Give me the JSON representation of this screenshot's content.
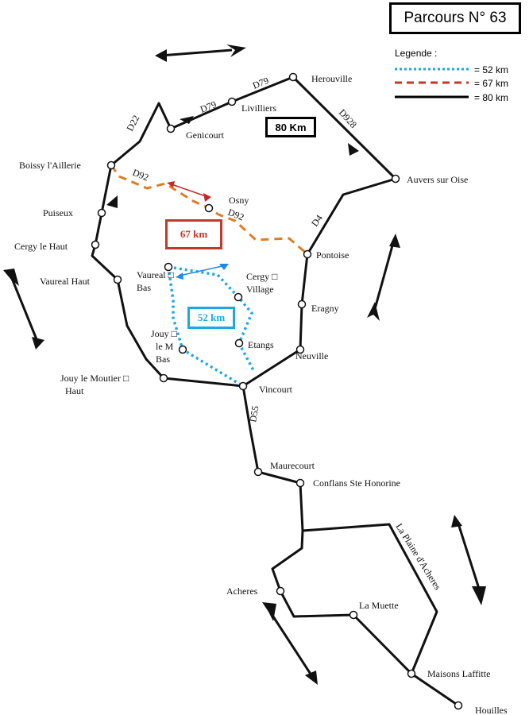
{
  "title": "Parcours N° 63",
  "legend": {
    "title": "Legende :",
    "items": [
      {
        "label": "= 52 km",
        "color": "#1ea8e0",
        "style": "dotted"
      },
      {
        "label": "= 67 km",
        "color": "#c0392b",
        "style": "dashed"
      },
      {
        "label": "= 80 km",
        "color": "#000000",
        "style": "solid"
      }
    ]
  },
  "distance_labels": {
    "d80": {
      "text": "80 Km",
      "color": "#000000"
    },
    "d67": {
      "text": "67 km",
      "color": "#c0392b"
    },
    "d52": {
      "text": "52 km",
      "color": "#1ea8e0"
    }
  },
  "places": {
    "herouville": "Herouville",
    "livilliers": "Livilliers",
    "genicourt": "Genicourt",
    "boissy": "Boissy l'Aillerie",
    "auvers": "Auvers sur Oise",
    "osny": "Osny",
    "puiseux": "Puiseux",
    "cergy_haut": "Cergy le Haut",
    "pontoise": "Pontoise",
    "vaureal_haut": "Vaureal Haut",
    "vaureal_bas_1": "Vaureal □",
    "vaureal_bas_2": "Bas",
    "cergy_village_1": "Cergy □",
    "cergy_village_2": "Village",
    "eragny": "Eragny",
    "jouy_bas_1": "Jouy □",
    "jouy_bas_2": "le M",
    "jouy_bas_3": "Bas",
    "etangs": "Etangs",
    "neuville": "Neuville",
    "jouy_haut_1": "Jouy le Moutier □",
    "jouy_haut_2": "Haut",
    "vincourt": "Vincourt",
    "maurecourt": "Maurecourt",
    "conflans": "Conflans Ste Honorine",
    "acheres": "Acheres",
    "la_muette": "La Muette",
    "maisons_laffitte": "Maisons Laffitte",
    "houilles": "Houilles",
    "plaine": "La Plaine d'Acheres"
  },
  "roads": {
    "d79a": "D79",
    "d79b": "D79",
    "d22": "D22",
    "d928": "D928",
    "d92a": "D92",
    "d92b": "D92",
    "d4": "D4",
    "d55": "D55"
  }
}
